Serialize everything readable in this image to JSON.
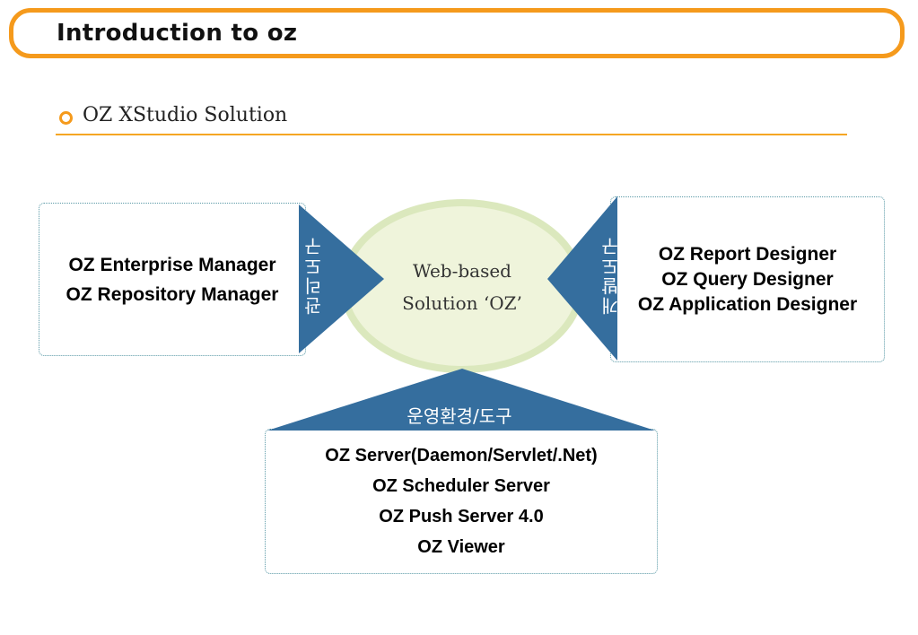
{
  "header": {
    "title": "Introduction to oz"
  },
  "section": {
    "heading": "OZ XStudio Solution"
  },
  "center": {
    "line1": "Web-based",
    "line2": "Solution ‘OZ’"
  },
  "left_panel": {
    "label": "관리도구",
    "items": [
      "OZ Enterprise Manager",
      "OZ Repository Manager"
    ]
  },
  "right_panel": {
    "label": "개발도구",
    "items": [
      "OZ Report Designer",
      "OZ Query  Designer",
      "OZ Application Designer"
    ]
  },
  "bottom_panel": {
    "label": "운영환경/도구",
    "items": [
      "OZ Server(Daemon/Servlet/.Net)",
      "OZ Scheduler Server",
      "OZ Push Server 4.0",
      "OZ Viewer"
    ]
  },
  "colors": {
    "accent_orange": "#f59a1c",
    "triangle_blue": "#356e9e",
    "ellipse_fill": "#eff4db",
    "ellipse_stroke": "#dbe8bd",
    "box_border": "#5b9aa7"
  }
}
